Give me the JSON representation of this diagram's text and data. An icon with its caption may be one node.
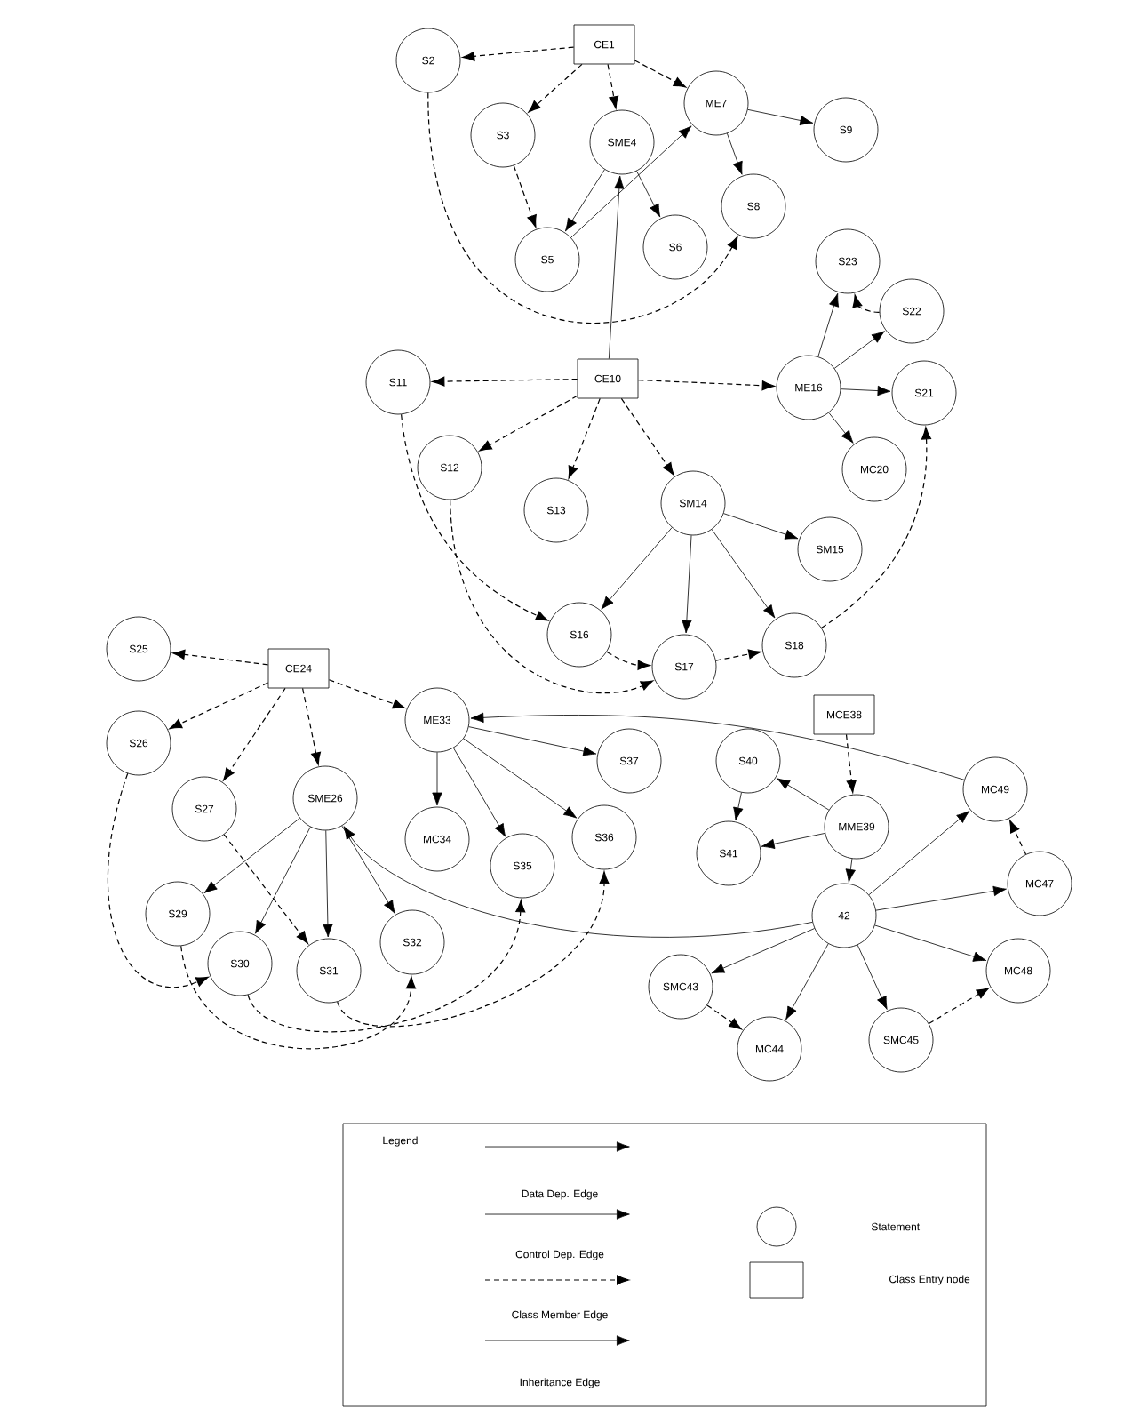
{
  "diagram": {
    "nodes": [
      {
        "text": [
          "CE1"
        ]
      },
      {
        "text": [
          "S2"
        ]
      },
      {
        "text": [
          "S3"
        ]
      },
      {
        "text": [
          "SME4"
        ]
      },
      {
        "text": [
          "ME7"
        ]
      },
      {
        "text": [
          "S9"
        ]
      },
      {
        "text": [
          "S8"
        ]
      },
      {
        "text": [
          "S5"
        ]
      },
      {
        "text": [
          "S6"
        ]
      },
      {
        "text": [
          "S23"
        ]
      },
      {
        "text": [
          "S22"
        ]
      },
      {
        "text": [
          "CE10"
        ]
      },
      {
        "text": [
          "S11"
        ]
      },
      {
        "text": [
          "ME16"
        ]
      },
      {
        "text": [
          "S21"
        ]
      },
      {
        "text": [
          "MC20"
        ]
      },
      {
        "text": [
          "S12"
        ]
      },
      {
        "text": [
          "S13"
        ]
      },
      {
        "text": [
          "SM14"
        ]
      },
      {
        "text": [
          "SM15"
        ]
      },
      {
        "text": [
          "S16"
        ]
      },
      {
        "text": [
          "S17"
        ]
      },
      {
        "text": [
          "S18"
        ]
      },
      {
        "text": [
          "S25"
        ]
      },
      {
        "text": [
          "CE24"
        ]
      },
      {
        "text": [
          "ME33"
        ]
      },
      {
        "text": [
          "S26"
        ]
      },
      {
        "text": [
          "S27"
        ]
      },
      {
        "text": [
          "SME26"
        ]
      },
      {
        "text": [
          "MC34"
        ]
      },
      {
        "text": [
          "S35"
        ]
      },
      {
        "text": [
          "S36"
        ]
      },
      {
        "text": [
          "S37"
        ]
      },
      {
        "text": [
          "MCE38"
        ]
      },
      {
        "text": [
          "S40"
        ]
      },
      {
        "text": [
          "MME39"
        ]
      },
      {
        "text": [
          "MC49"
        ]
      },
      {
        "text": [
          "S41"
        ]
      },
      {
        "text": [
          "MC47"
        ]
      },
      {
        "text": [
          "42"
        ]
      },
      {
        "text": [
          "S29"
        ]
      },
      {
        "text": [
          "S30"
        ]
      },
      {
        "text": [
          "S31"
        ]
      },
      {
        "text": [
          "S32"
        ]
      },
      {
        "text": [
          "SMC43"
        ]
      },
      {
        "text": [
          "MC48"
        ]
      },
      {
        "text": [
          "MC44"
        ]
      },
      {
        "text": [
          "SMC45"
        ]
      }
    ],
    "edges": [
      {
        "from": 0,
        "to": 1,
        "arrow": "to",
        "style": "dashed"
      },
      {
        "from": 0,
        "to": 2,
        "arrow": "to",
        "style": "dashed"
      },
      {
        "from": 0,
        "to": 3,
        "arrow": "to",
        "style": "dashed"
      },
      {
        "from": 0,
        "to": 4,
        "arrow": "to",
        "style": "dashed"
      },
      {
        "from": 4,
        "to": 5,
        "arrow": "to"
      },
      {
        "from": 4,
        "to": 6,
        "arrow": "to"
      },
      {
        "from": 3,
        "to": 7,
        "arrow": "to"
      },
      {
        "from": 3,
        "to": 8,
        "arrow": "to"
      },
      {
        "from": 11,
        "to": 3,
        "arrow": "to"
      },
      {
        "from": 11,
        "to": 12,
        "arrow": "to",
        "style": "dashed"
      },
      {
        "from": 11,
        "to": 16,
        "arrow": "to",
        "style": "dashed"
      },
      {
        "from": 11,
        "to": 17,
        "arrow": "to",
        "style": "dashed"
      },
      {
        "from": 11,
        "to": 18,
        "arrow": "to",
        "style": "dashed"
      },
      {
        "from": 11,
        "to": 13,
        "arrow": "to",
        "style": "dashed"
      },
      {
        "from": 13,
        "to": 9,
        "arrow": "to"
      },
      {
        "from": 13,
        "to": 10,
        "arrow": "to"
      },
      {
        "from": 13,
        "to": 14,
        "arrow": "to"
      },
      {
        "from": 13,
        "to": 15,
        "arrow": "to"
      },
      {
        "from": 18,
        "to": 19,
        "arrow": "to"
      },
      {
        "from": 18,
        "to": 20,
        "arrow": "to"
      },
      {
        "from": 18,
        "to": 21,
        "arrow": "to"
      },
      {
        "from": 18,
        "to": 22,
        "arrow": "to"
      },
      {
        "from": 24,
        "to": 23,
        "arrow": "to",
        "style": "dashed"
      },
      {
        "from": 24,
        "to": 26,
        "arrow": "to",
        "style": "dashed"
      },
      {
        "from": 24,
        "to": 27,
        "arrow": "to",
        "style": "dashed"
      },
      {
        "from": 24,
        "to": 28,
        "arrow": "to",
        "style": "dashed"
      },
      {
        "from": 24,
        "to": 25,
        "arrow": "to",
        "style": "dashed"
      },
      {
        "from": 28,
        "to": 40,
        "arrow": "to"
      },
      {
        "from": 28,
        "to": 41,
        "arrow": "to"
      },
      {
        "from": 28,
        "to": 42,
        "arrow": "to"
      },
      {
        "from": 28,
        "to": 43,
        "arrow": "to"
      },
      {
        "from": 25,
        "to": 29,
        "arrow": "to"
      },
      {
        "from": 25,
        "to": 30,
        "arrow": "to"
      },
      {
        "from": 25,
        "to": 31,
        "arrow": "to"
      },
      {
        "from": 25,
        "to": 32,
        "arrow": "to"
      },
      {
        "from": 33,
        "to": 35,
        "arrow": "to",
        "style": "dashed"
      },
      {
        "from": 35,
        "to": 34,
        "arrow": "to"
      },
      {
        "from": 35,
        "to": 37,
        "arrow": "to"
      },
      {
        "from": 35,
        "to": 39,
        "arrow": "to"
      },
      {
        "from": 34,
        "to": 37,
        "arrow": "to"
      },
      {
        "from": 39,
        "to": 36,
        "arrow": "to"
      },
      {
        "from": 39,
        "to": 38,
        "arrow": "to"
      },
      {
        "from": 39,
        "to": 45,
        "arrow": "to"
      },
      {
        "from": 39,
        "to": 47,
        "arrow": "to"
      },
      {
        "from": 39,
        "to": 46,
        "arrow": "to"
      },
      {
        "from": 39,
        "to": 44,
        "arrow": "to"
      },
      {
        "from": 44,
        "to": 46,
        "arrow": "to",
        "style": "dashed"
      },
      {
        "from": 47,
        "to": 45,
        "arrow": "to",
        "style": "dashed"
      },
      {
        "from": 38,
        "to": 36,
        "arrow": "to",
        "style": "dashed"
      },
      {
        "from": 36,
        "to": 25,
        "arrow": "to"
      },
      {
        "from": 39,
        "to": 28,
        "arrow": "to"
      },
      {
        "from": 7,
        "to": 4,
        "arrow": "to"
      },
      {
        "from": 1,
        "to": 6,
        "arrow": "to",
        "style": "dashed"
      },
      {
        "from": 2,
        "to": 7,
        "arrow": "to",
        "style": "dashed"
      },
      {
        "from": 12,
        "to": 20,
        "arrow": "to",
        "style": "dashed"
      },
      {
        "from": 16,
        "to": 21,
        "arrow": "to",
        "style": "dashed"
      },
      {
        "from": 20,
        "to": 21,
        "arrow": "to",
        "style": "dashed"
      },
      {
        "from": 21,
        "to": 22,
        "arrow": "to",
        "style": "dashed"
      },
      {
        "from": 26,
        "to": 41,
        "arrow": "to",
        "style": "dashed"
      },
      {
        "from": 27,
        "to": 42,
        "arrow": "to",
        "style": "dashed"
      },
      {
        "from": 40,
        "to": 43,
        "arrow": "to",
        "style": "dashed"
      },
      {
        "from": 41,
        "to": 30,
        "arrow": "to",
        "style": "dashed"
      },
      {
        "from": 42,
        "to": 31,
        "arrow": "to",
        "style": "dashed"
      },
      {
        "from": 22,
        "to": 14,
        "arrow": "to",
        "style": "dashed"
      },
      {
        "from": 10,
        "to": 9,
        "arrow": "to",
        "style": "dashed"
      }
    ],
    "labels": [
      "Legend"
    ],
    "legend": [
      {
        "text": "Data Dep. Edge"
      },
      {
        "text": "Control Dep. Edge"
      },
      {
        "text": "Class Member Edge"
      },
      {
        "text": "Inheritance Edge"
      },
      {
        "text": "Statement"
      },
      {
        "text": "Class Entry node"
      }
    ]
  }
}
